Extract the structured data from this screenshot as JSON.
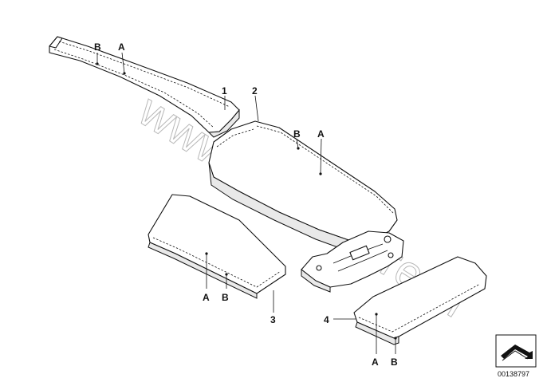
{
  "callouts": {
    "p1": "1",
    "p2": "2",
    "p3": "3",
    "p4": "4"
  },
  "seams": {
    "a": "A",
    "b": "B"
  },
  "watermark": "www.BMWstore.pl",
  "reference_number": "00138797",
  "icon": "arrow-symbol-icon"
}
